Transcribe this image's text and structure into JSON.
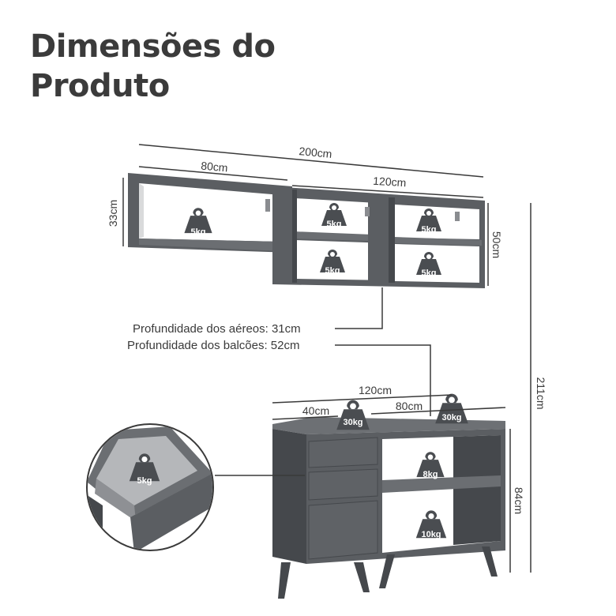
{
  "title": {
    "line1": "Dimensões do",
    "line2": "Produto"
  },
  "dimensions": {
    "total_width": "200cm",
    "aereo_left_width": "80cm",
    "aereo_right_width": "120cm",
    "aereo_left_height": "33cm",
    "aereo_right_height": "50cm",
    "total_height": "211cm",
    "balcao_width": "120cm",
    "balcao_left_width": "40cm",
    "balcao_right_width": "80cm",
    "balcao_height": "84cm"
  },
  "notes": {
    "aereos_depth": "Profundidade dos aéreos: 31cm",
    "balcoes_depth": "Profundidade dos balcões: 52cm"
  },
  "weights": {
    "aereo_big": "5kg",
    "aereo_top_mid": "5kg",
    "aereo_top_right": "5kg",
    "aereo_bottom_mid": "5kg",
    "aereo_bottom_right": "5kg",
    "balcao_top_left": "30kg",
    "balcao_top_right": "30kg",
    "balcao_shelf": "8kg",
    "balcao_base": "10kg",
    "drawer": "5kg"
  },
  "icons": {
    "weight": "kettlebell-weight-icon"
  },
  "colors": {
    "furniture": "#5b5e62",
    "furniture_dark": "#45484c",
    "interior": "#ffffff",
    "line": "#3a3a3a",
    "text": "#3b3b3b"
  }
}
